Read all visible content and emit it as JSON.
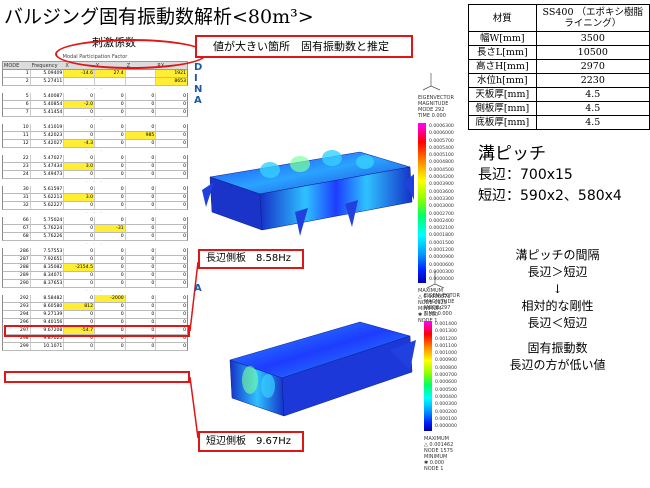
{
  "title": "バルジング固有振動数解析<80m³>",
  "material_table": {
    "header_label": "材質",
    "header_value": "SS400 （エポキシ樹脂ライニング）",
    "rows": [
      {
        "label": "幅W[mm]",
        "value": "3500"
      },
      {
        "label": "長さL[mm]",
        "value": "10500"
      },
      {
        "label": "高さH[mm]",
        "value": "2970"
      },
      {
        "label": "水位h[mm]",
        "value": "2230"
      },
      {
        "label": "天板厚[mm]",
        "value": "4.5"
      },
      {
        "label": "側板厚[mm]",
        "value": "4.5"
      },
      {
        "label": "底板厚[mm]",
        "value": "4.5"
      }
    ]
  },
  "mode_table": {
    "section_label": "刺激係数",
    "caption": "Modal Participation Factor",
    "columns": [
      "MODE",
      "Frequency",
      "X",
      "Y",
      "Z",
      "RX"
    ],
    "rows": [
      [
        "1",
        "5.09409",
        "-14.6",
        "27.4",
        "",
        "1921"
      ],
      [
        "2",
        "5.27411",
        "",
        "",
        "",
        "8653"
      ],
      [
        "",
        "",
        "",
        "",
        "",
        ""
      ],
      [
        "5",
        "5.40087",
        "0",
        "0",
        "0",
        "0"
      ],
      [
        "6",
        "5.40854",
        "-2.0",
        "0",
        "0",
        "0"
      ],
      [
        "7",
        "5.41454",
        "0",
        "0",
        "0",
        "0"
      ],
      [
        "",
        "",
        "",
        "",
        "",
        ""
      ],
      [
        "10",
        "5.41019",
        "0",
        "0",
        "0",
        "0"
      ],
      [
        "11",
        "5.42023",
        "0",
        "0",
        "985",
        "0"
      ],
      [
        "12",
        "5.42027",
        "-4.3",
        "0",
        "0",
        "0"
      ],
      [
        "",
        "",
        "",
        "",
        "",
        ""
      ],
      [
        "22",
        "5.47027",
        "0",
        "0",
        "0",
        "0"
      ],
      [
        "23",
        "5.47434",
        "3.0",
        "0",
        "0",
        "0"
      ],
      [
        "24",
        "5.49473",
        "0",
        "0",
        "0",
        "0"
      ],
      [
        "",
        "",
        "",
        "",
        "",
        ""
      ],
      [
        "30",
        "5.61597",
        "0",
        "0",
        "0",
        "0"
      ],
      [
        "31",
        "5.62213",
        "3.0",
        "0",
        "0",
        "0"
      ],
      [
        "32",
        "5.62227",
        "0",
        "0",
        "0",
        "0"
      ],
      [
        "",
        "",
        "",
        "",
        "",
        ""
      ],
      [
        "66",
        "5.75024",
        "0",
        "0",
        "0",
        "0"
      ],
      [
        "67",
        "5.76224",
        "0",
        "-31",
        "0",
        "0"
      ],
      [
        "68",
        "5.76226",
        "0",
        "0",
        "0",
        "0"
      ],
      [
        "",
        "",
        "",
        "",
        "",
        ""
      ],
      [
        "286",
        "7.57553",
        "0",
        "0",
        "0",
        "0"
      ],
      [
        "287",
        "7.92651",
        "0",
        "0",
        "0",
        "0"
      ],
      [
        "288",
        "8.35082",
        "-2154.5",
        "0",
        "0",
        "0"
      ],
      [
        "289",
        "8.34071",
        "0",
        "0",
        "0",
        "0"
      ],
      [
        "290",
        "8.37653",
        "0",
        "0",
        "0",
        "0"
      ],
      [
        "",
        "",
        "",
        "",
        "",
        ""
      ],
      [
        "292",
        "8.58482",
        "0",
        "-2000",
        "0",
        "0"
      ],
      [
        "293",
        "8.60580",
        "812",
        "0",
        "0",
        "0"
      ],
      [
        "294",
        "9.27139",
        "0",
        "0",
        "0",
        "0"
      ],
      [
        "296",
        "9.40156",
        "0",
        "0",
        "0",
        "0"
      ],
      [
        "297",
        "9.67208",
        "-54.7",
        "0",
        "0",
        "0"
      ],
      [
        "298",
        "9.87025",
        "0",
        "0",
        "0",
        "0"
      ],
      [
        "299",
        "10.1071",
        "0",
        "0",
        "0",
        "0"
      ]
    ]
  },
  "callouts": {
    "main": "値が大きい箇所　固有振動数と推定",
    "long_side": "長辺側板　8.58Hz",
    "short_side": "短辺側板　9.67Hz"
  },
  "legend_top": {
    "title": "EIGENVECTOR\nMAGNITUDE\nMODE 292\nTIME 0.000",
    "values": [
      "0.0006300",
      "0.0006000",
      "0.0005700",
      "0.0005400",
      "0.0005100",
      "0.0004800",
      "0.0004500",
      "0.0004200",
      "0.0003900",
      "0.0003600",
      "0.0003300",
      "0.0003000",
      "0.0002700",
      "0.0002400",
      "0.0002100",
      "0.0001800",
      "0.0001500",
      "0.0001200",
      "0.0000900",
      "0.0000600",
      "0.0000300",
      "0.0000000"
    ],
    "footer": "MAXIMUM\n△ 0.0006378\nNODE 1125\nMINIMUM\n✱ 0.000\nNODE 1"
  },
  "legend_bottom": {
    "title": "EIGENVECTOR\nMAGNITUDE\nMODE 297\nTIME 0.000",
    "values": [
      "0.001400",
      "0.001300",
      "0.001200",
      "0.001100",
      "0.001000",
      "0.000900",
      "0.000800",
      "0.000700",
      "0.000600",
      "0.000500",
      "0.000400",
      "0.000300",
      "0.000200",
      "0.000100",
      "0.000000"
    ],
    "footer": "MAXIMUM\n△ 0.001462\nNODE 1575\nMINIMUM\n✱ 0.000\nNODE 1"
  },
  "markers": [
    "DINA",
    "A"
  ],
  "pitch": {
    "heading": "溝ピッチ",
    "long": "長辺：700x15",
    "short": "短辺：590x2、580x4"
  },
  "explanation": {
    "lines1": [
      "溝ピッチの間隔",
      "長辺＞短辺",
      "↓",
      "相対的な剛性",
      "長辺＜短辺"
    ],
    "lines2": [
      "固有振動数",
      "長辺の方が低い値"
    ]
  },
  "colors": {
    "accent_red": "#e01616",
    "highlight_yellow": "#ffee33",
    "fea_blue": "#1e3cff"
  }
}
